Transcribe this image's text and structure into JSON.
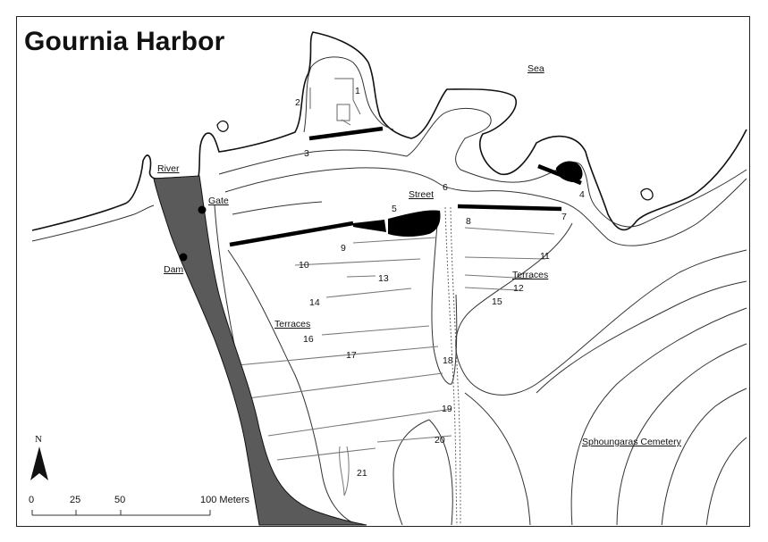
{
  "title": "Gournia Harbor",
  "labels": {
    "sea": "Sea",
    "river": "River",
    "gate": "Gate",
    "dam": "Dam",
    "street": "Street",
    "terraces_left": "Terraces",
    "terraces_right": "Terraces",
    "cemetery": "Sphoungaras Cemetery"
  },
  "site_numbers": [
    "1",
    "2",
    "3",
    "4",
    "5",
    "6",
    "7",
    "8",
    "9",
    "10",
    "11",
    "12",
    "13",
    "14",
    "15",
    "16",
    "17",
    "18",
    "19",
    "20",
    "21"
  ],
  "north_arrow": {
    "label": "N",
    "icon": "north-arrow-icon"
  },
  "scale_bar": {
    "ticks": [
      "0",
      "25",
      "50",
      "100 Meters"
    ]
  },
  "colors": {
    "river_fill": "#5a5a5a",
    "contour": "#444444",
    "wall": "#000000"
  }
}
